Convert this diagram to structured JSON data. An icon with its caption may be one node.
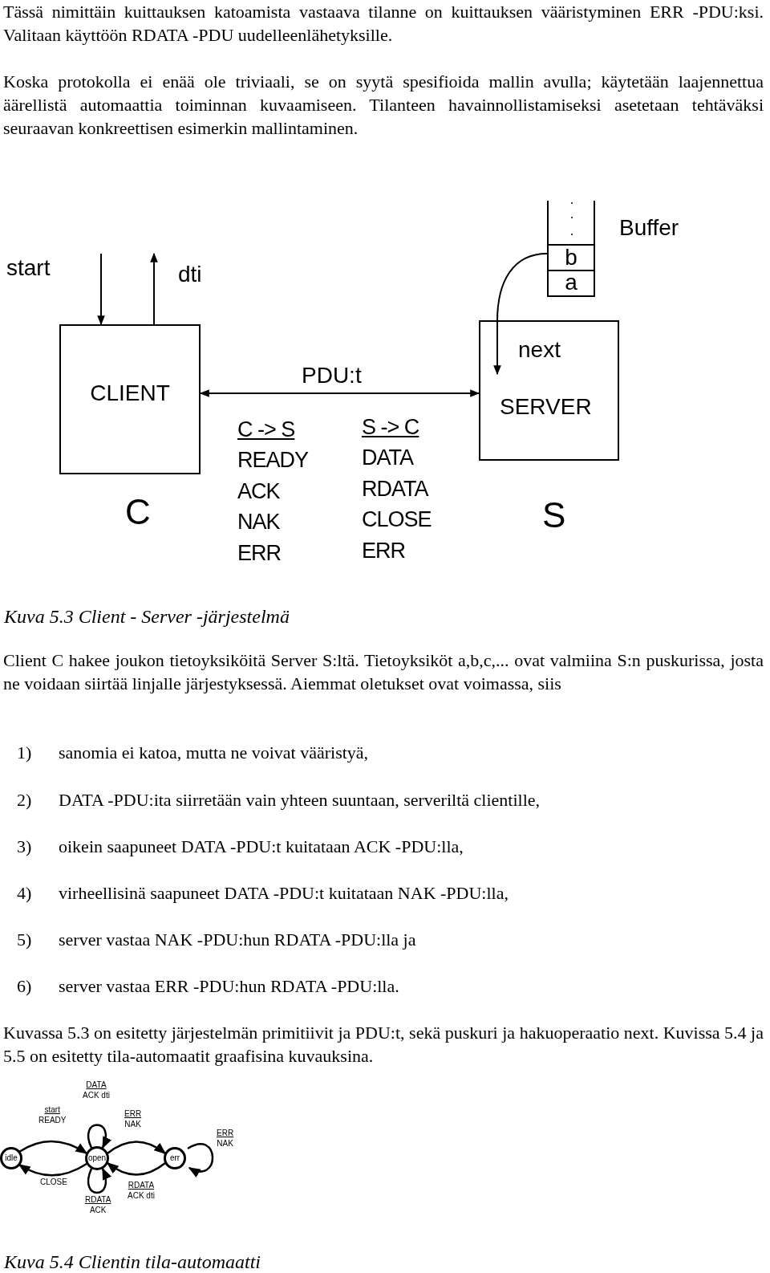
{
  "diagram": {
    "caption": "Kuva 5.4 Clientin tila-automaatti",
    "nodes": [
      {
        "text": [
          "Buffer"
        ]
      },
      {
        "text": [
          "b"
        ],
        "in": 0
      },
      {
        "text": [
          "a"
        ],
        "in": 0
      },
      {
        "text": [
          "CLIENT"
        ],
        "beside": [
          "C"
        ]
      },
      {
        "text": [
          "SERVER"
        ],
        "beside": [
          "S"
        ]
      },
      {
        "text": [
          "next"
        ],
        "in": 4
      },
      {
        "text": [
          "idle"
        ]
      },
      {
        "text": [
          "open"
        ]
      },
      {
        "text": [
          "err"
        ]
      }
    ],
    "edges": [
      {
        "from": null,
        "to": 3,
        "arrow": "to",
        "label": "start"
      },
      {
        "from": 3,
        "to": null,
        "arrow": "to",
        "label": "dti"
      },
      {
        "from": 3,
        "to": 4,
        "arrow": "both",
        "label": "PDU:t"
      },
      {
        "from": 1,
        "to": 5,
        "arrow": "to"
      },
      {
        "from": 6,
        "to": 7,
        "arrow": "to",
        "label": "start READY"
      },
      {
        "from": 7,
        "to": 6,
        "arrow": "to",
        "label": "CLOSE"
      },
      {
        "from": 7,
        "to": 7,
        "arrow": "to",
        "label": "DATA ACK dti"
      },
      {
        "from": 7,
        "to": 7,
        "arrow": "to",
        "label": "RDATA ACK"
      },
      {
        "from": 7,
        "to": 8,
        "arrow": "to",
        "label": "ERR NAK"
      },
      {
        "from": 8,
        "to": 7,
        "arrow": "to",
        "label": "RDATA ACK dti"
      },
      {
        "from": 8,
        "to": 8,
        "arrow": "to",
        "label": "ERR NAK"
      }
    ],
    "labels": [
      "Tässä nimittäin kuittauksen katoamista vastaava tilanne on kuittauksen vääristyminen ERR -PDU:ksi. Valitaan käyttöön RDATA -PDU uudelleenlähetyksille.",
      "Koska protokolla ei enää ole triviaali, se on syytä spesifioida mallin avulla; käytetään laajennettua äärellistä automaattia toiminnan kuvaamiseen. Tilanteen havainnollistamiseksi asetetaan tehtäväksi seuraavan konkreettisen esimerkin mallintaminen.",
      "C -> S",
      "S -> C",
      "READY",
      "DATA",
      "ACK",
      "RDATA",
      "NAK",
      "CLOSE",
      "ERR",
      "ERR",
      "Kuva 5.3 Client - Server -järjestelmä",
      "Client C hakee joukon tietoyksiköitä Server S:ltä. Tietoyksiköt a,b,c,... ovat valmiina S:n puskurissa, josta ne voidaan siirtää linjalle järjestyksessä. Aiemmat oletukset ovat voimassa, siis",
      "1)",
      "sanomia ei katoa, mutta ne voivat vääristyä,",
      "2)",
      "DATA -PDU:ita siirretään vain yhteen suuntaan, serveriltä clientille,",
      "3)",
      "oikein saapuneet DATA -PDU:t kuitataan ACK -PDU:lla,",
      "4)",
      "virheellisinä saapuneet DATA -PDU:t kuitataan NAK -PDU:lla,",
      "5)",
      "server vastaa NAK -PDU:hun RDATA -PDU:lla ja",
      "6)",
      "server vastaa ERR -PDU:hun RDATA -PDU:lla.",
      "Kuvassa 5.3 on esitetty järjestelmän primitiivit ja PDU:t, sekä puskuri ja hakuoperaatio next. Kuvissa 5.4 ja 5.5 on esitetty tila-automaatit graafisina kuvauksina."
    ]
  }
}
